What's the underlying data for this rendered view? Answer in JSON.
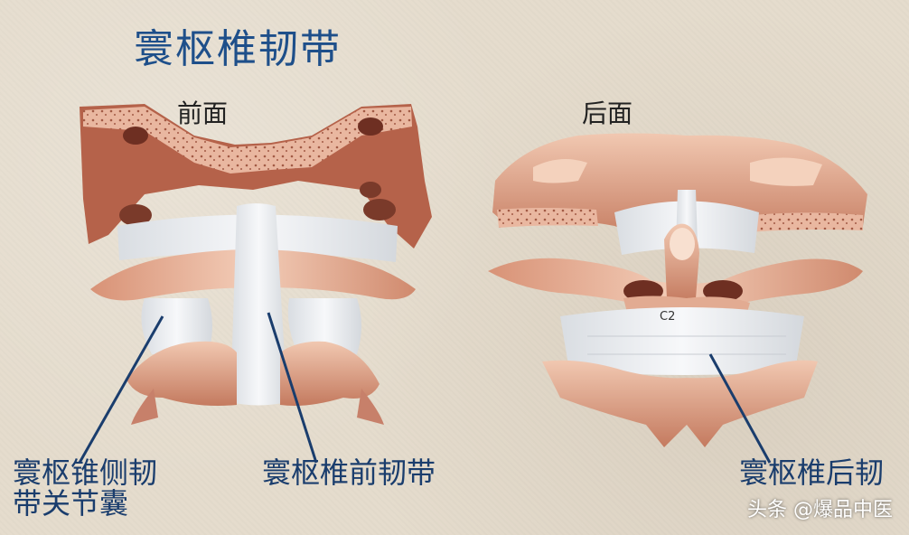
{
  "title": "寰枢椎韧带",
  "views": {
    "front": "前面",
    "back": "后面"
  },
  "labels": {
    "lateral_capsule_line1": "寰枢锥侧韧",
    "lateral_capsule_line2": "带关节囊",
    "anterior_ligament": "寰枢椎前韧带",
    "posterior_ligament": "寰枢椎后韧"
  },
  "vertebra_label": "C2",
  "watermark": "头条 @爆品中医",
  "colors": {
    "title": "#1e4f8a",
    "label": "#1a3d6d",
    "bone": "#e9b9a0",
    "bone_dark": "#b5624a",
    "ligament": "#eef0f2",
    "background": "#e5dccd"
  }
}
